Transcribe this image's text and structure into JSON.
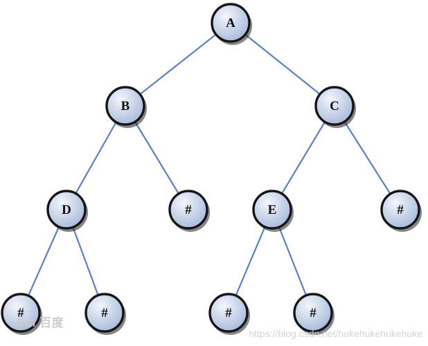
{
  "colors": {
    "edge": "#5b7fc4",
    "node_fill_light": "#f3f6fc",
    "node_fill_dark": "#a9bbdb",
    "node_border": "#151515"
  },
  "tree": {
    "nodes": [
      {
        "id": "A",
        "label": "A"
      },
      {
        "id": "B",
        "label": "B"
      },
      {
        "id": "C",
        "label": "C"
      },
      {
        "id": "D",
        "label": "D"
      },
      {
        "id": "B-null",
        "label": "#"
      },
      {
        "id": "E",
        "label": "E"
      },
      {
        "id": "C-null",
        "label": "#"
      },
      {
        "id": "D-left-null",
        "label": "#"
      },
      {
        "id": "D-right-null",
        "label": "#"
      },
      {
        "id": "E-left-null",
        "label": "#"
      },
      {
        "id": "E-right-null",
        "label": "#"
      }
    ],
    "edges": [
      [
        "A",
        "B"
      ],
      [
        "A",
        "C"
      ],
      [
        "B",
        "D"
      ],
      [
        "B",
        "B-null"
      ],
      [
        "C",
        "E"
      ],
      [
        "C",
        "C-null"
      ],
      [
        "D",
        "D-left-null"
      ],
      [
        "D",
        "D-right-null"
      ],
      [
        "E",
        "E-left-null"
      ],
      [
        "E",
        "E-right-null"
      ]
    ]
  },
  "watermark": {
    "logo_text": "Bai 百度",
    "url_text": "https://blog.csdn.net/hukehukehukehuke"
  }
}
